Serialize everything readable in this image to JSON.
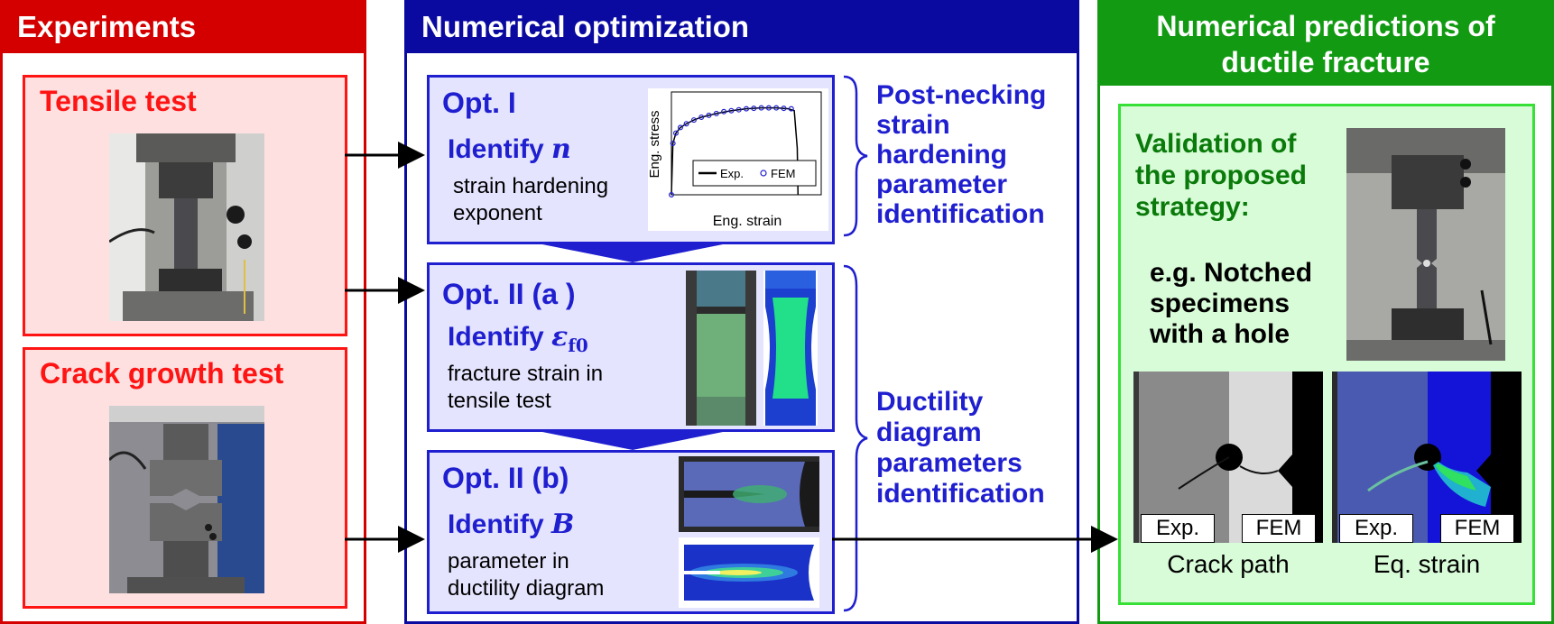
{
  "experiments": {
    "header": "Experiments",
    "tensile_title": "Tensile test",
    "crack_title": "Crack growth test"
  },
  "optimization": {
    "header": "Numerical optimization",
    "opt1": {
      "title": "Opt. I",
      "identify": "Identify",
      "symbol": "n",
      "desc1": "strain hardening",
      "desc2": "exponent"
    },
    "opt2a": {
      "title": "Opt. II (a )",
      "identify": "Identify",
      "symbol": "ε",
      "subscript": "f0",
      "desc1": "fracture strain in",
      "desc2": "tensile test"
    },
    "opt2b": {
      "title": "Opt. II (b)",
      "identify": "Identify",
      "symbol": "B",
      "desc1": "parameter in",
      "desc2": "ductility diagram"
    },
    "chart": {
      "ylabel": "Eng. stress",
      "xlabel": "Eng. strain",
      "legend_exp": "Exp.",
      "legend_fem": "FEM"
    },
    "label_top": [
      "Post-necking",
      "strain",
      "hardening",
      "parameter",
      "identification"
    ],
    "label_bottom": [
      "Ductility",
      "diagram",
      "parameters",
      "identification"
    ]
  },
  "predictions": {
    "header1": "Numerical predictions of",
    "header2": "ductile fracture",
    "validation": [
      "Validation of",
      "the proposed",
      "strategy:"
    ],
    "example": [
      "e.g. Notched",
      "specimens",
      "with a hole"
    ],
    "tag_exp": "Exp.",
    "tag_fem": "FEM",
    "caption_left": "Crack path",
    "caption_right": "Eq. strain"
  },
  "colors": {
    "red": "#d40000",
    "navy": "#0a0aa0",
    "green": "#129a12",
    "light_red": "#ffe0e0",
    "light_blue": "#e4e4ff",
    "light_green": "#d8fbd8"
  },
  "chart_data": {
    "type": "scatter",
    "xlabel": "Eng. strain",
    "ylabel": "Eng. stress",
    "legend": [
      "Exp.",
      "FEM"
    ],
    "series": [
      {
        "name": "Exp.",
        "style": "line",
        "x": [
          0,
          0.01,
          0.03,
          0.06,
          0.1,
          0.15,
          0.2,
          0.3,
          0.4,
          0.5,
          0.6,
          0.7,
          0.78,
          0.82,
          0.84,
          0.845
        ],
        "y": [
          0,
          0.55,
          0.66,
          0.72,
          0.76,
          0.8,
          0.83,
          0.87,
          0.9,
          0.92,
          0.93,
          0.93,
          0.92,
          0.9,
          0.5,
          0.0
        ]
      },
      {
        "name": "FEM",
        "style": "marker",
        "x": [
          0,
          0.01,
          0.03,
          0.06,
          0.1,
          0.15,
          0.2,
          0.25,
          0.3,
          0.35,
          0.4,
          0.45,
          0.5,
          0.55,
          0.6,
          0.65,
          0.7,
          0.75,
          0.8
        ],
        "y": [
          0,
          0.55,
          0.66,
          0.72,
          0.76,
          0.8,
          0.83,
          0.85,
          0.87,
          0.89,
          0.9,
          0.91,
          0.92,
          0.925,
          0.93,
          0.93,
          0.93,
          0.925,
          0.92
        ]
      }
    ],
    "xlim": [
      0,
      1
    ],
    "ylim": [
      0,
      1.1
    ]
  }
}
